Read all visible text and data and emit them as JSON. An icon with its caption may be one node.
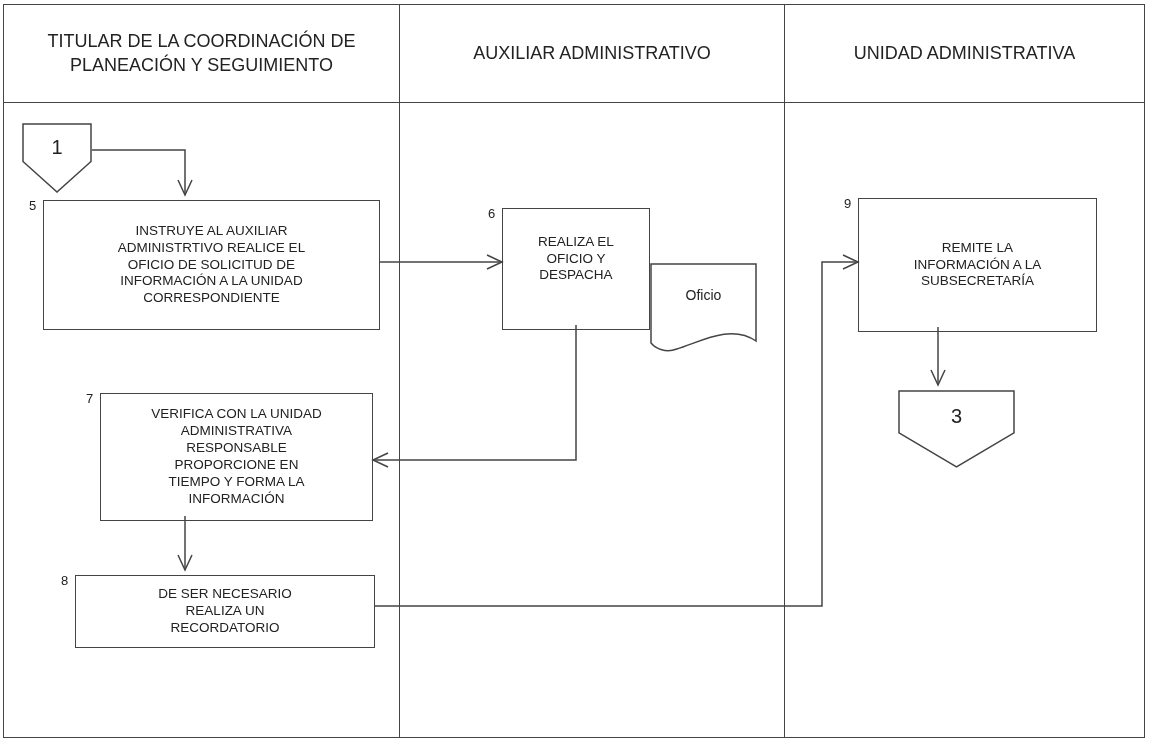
{
  "diagram": {
    "nodes": [
      {
        "text": [
          "TITULAR DE LA COORDINACIÓN DE PLANEACIÓN Y SEGUIMIENTO"
        ]
      },
      {
        "text": [
          "AUXILIAR ADMINISTRATIVO"
        ]
      },
      {
        "text": [
          "UNIDAD ADMINISTRATIVA"
        ]
      },
      {
        "text": [
          "1"
        ],
        "in": 0
      },
      {
        "text": [
          "INSTRUYE AL AUXILIAR ADMINISTRTIVO REALICE EL OFICIO DE SOLICITUD DE INFORMACIÓN A LA UNIDAD CORRESPONDIENTE"
        ],
        "beside": [
          "5"
        ],
        "in": 0
      },
      {
        "text": [
          "REALIZA EL OFICIO Y DESPACHA"
        ],
        "beside": [
          "6"
        ],
        "in": 1
      },
      {
        "text": [
          "Oficio"
        ],
        "in": 1
      },
      {
        "text": [
          "VERIFICA CON LA UNIDAD ADMINISTRATIVA RESPONSABLE PROPORCIONE EN TIEMPO Y FORMA LA INFORMACIÓN"
        ],
        "beside": [
          "7"
        ],
        "in": 0
      },
      {
        "text": [
          "DE SER NECESARIO REALIZA UN RECORDATORIO"
        ],
        "beside": [
          "8"
        ],
        "in": 0
      },
      {
        "text": [
          "REMITE LA INFORMACIÓN A LA SUBSECRETARÍA"
        ],
        "beside": [
          "9"
        ],
        "in": 2
      },
      {
        "text": [
          "3"
        ],
        "in": 2
      }
    ],
    "edges": [
      {
        "from": 3,
        "to": 4,
        "arrow": "to"
      },
      {
        "from": 4,
        "to": 5,
        "arrow": "to"
      },
      {
        "from": 5,
        "to": 7,
        "arrow": "to"
      },
      {
        "from": 7,
        "to": 8,
        "arrow": "to"
      },
      {
        "from": 8,
        "to": 9,
        "arrow": "to"
      },
      {
        "from": 9,
        "to": 10,
        "arrow": "to"
      }
    ]
  }
}
